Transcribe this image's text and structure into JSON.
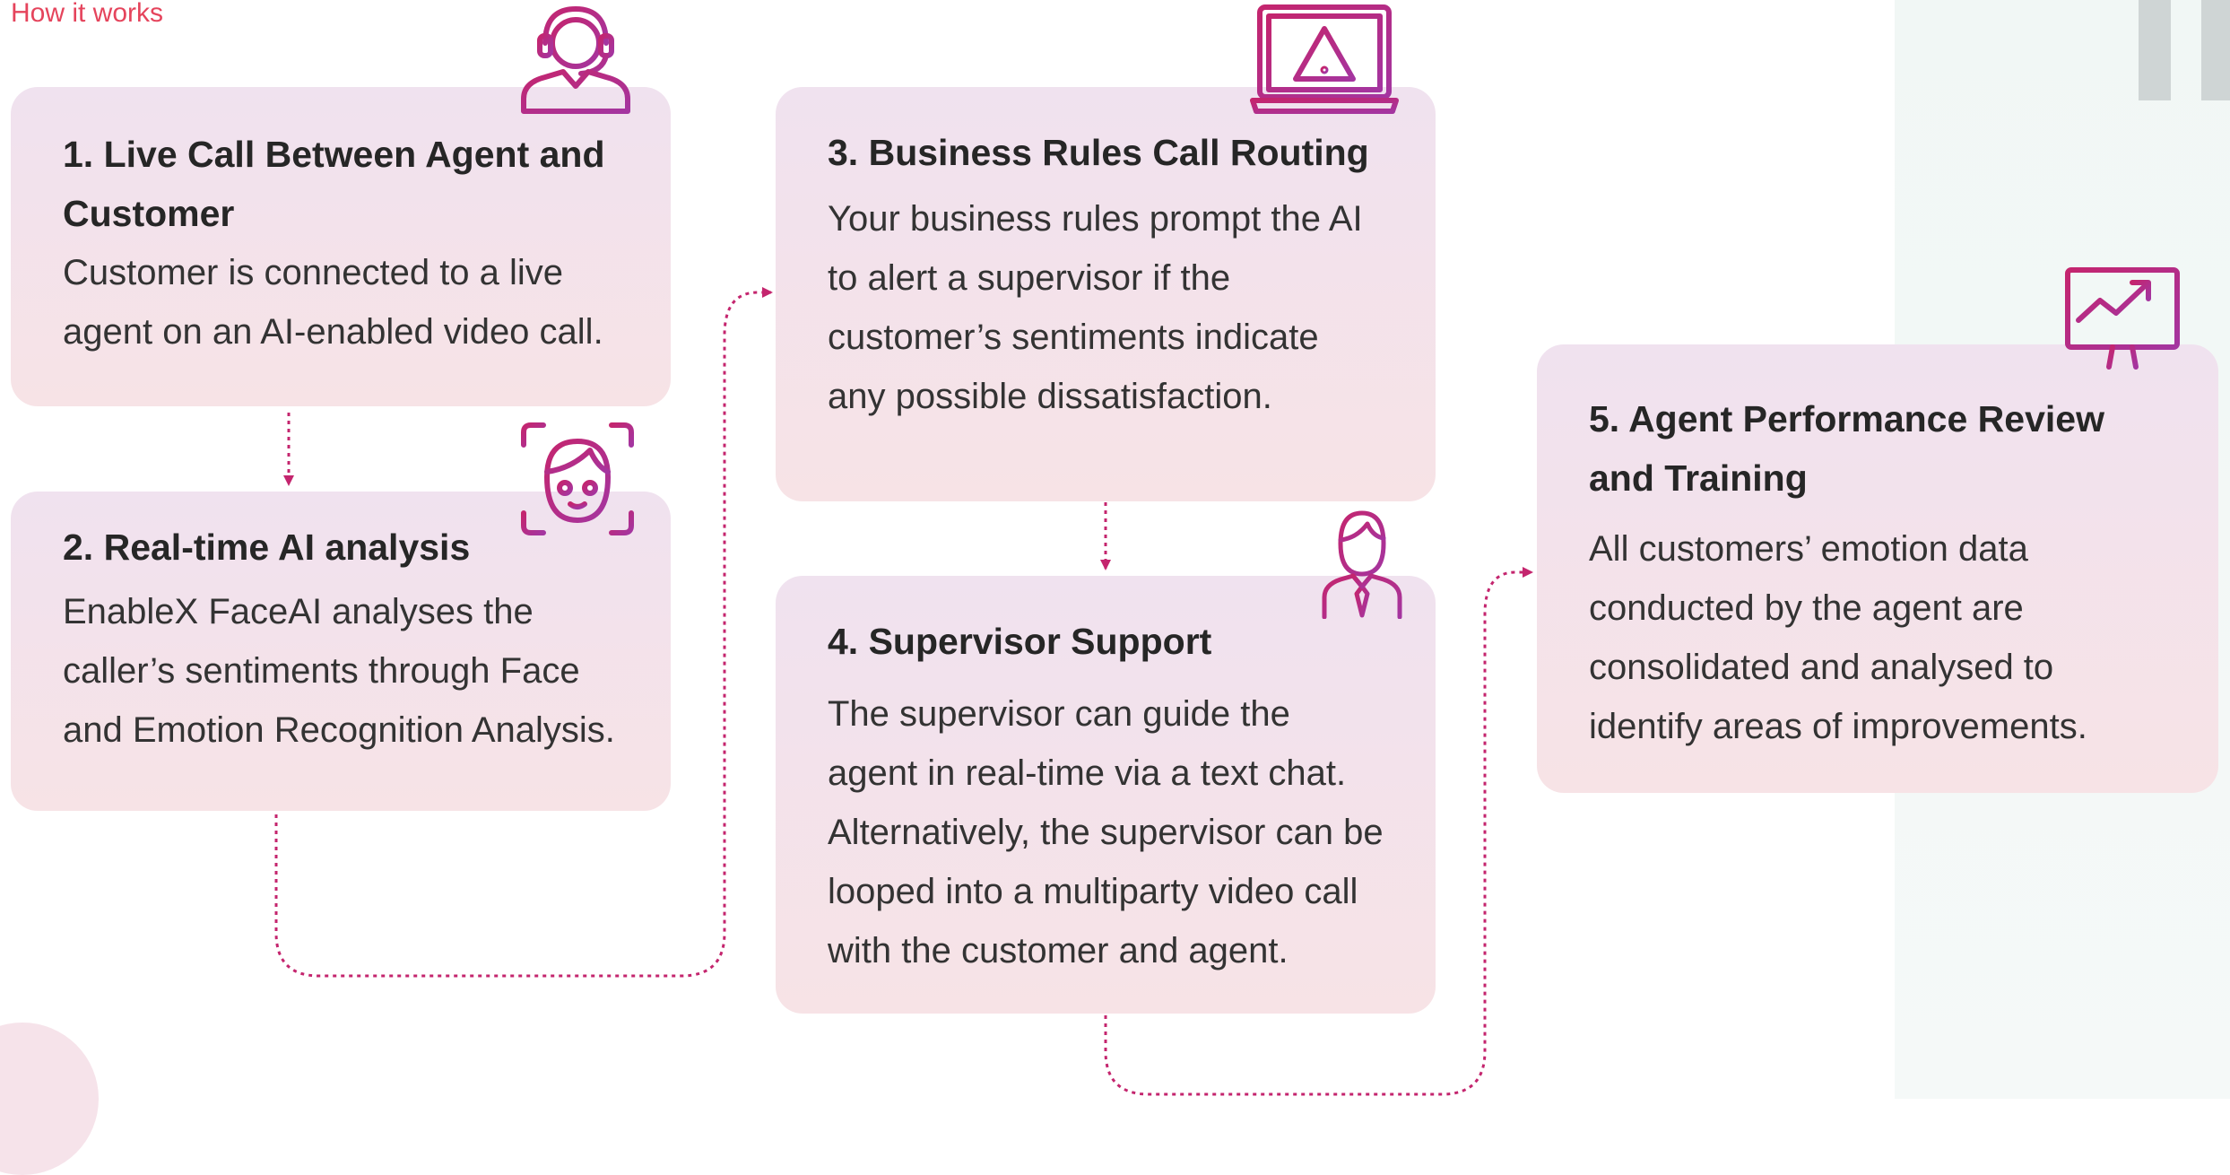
{
  "page": {
    "label": "How it works"
  },
  "colors": {
    "accent": "#c4256e",
    "accent_end": "#a435a0",
    "card_top": "#f0e2ef",
    "card_bottom": "#f7e3e6",
    "label": "#e5445c"
  },
  "steps": [
    {
      "title": "1. Live Call Between Agent and Customer",
      "body": "Customer is connected to a live agent on an AI-enabled video call.",
      "icon": "headset-agent-icon"
    },
    {
      "title": "2. Real-time AI analysis",
      "body": "EnableX FaceAI analyses the caller’s sentiments through Face and Emotion Recognition Analysis.",
      "icon": "face-scan-icon"
    },
    {
      "title": "3. Business Rules Call Routing",
      "body": "Your business rules prompt the AI to alert a supervisor if the customer’s sentiments indicate any possible dissatisfaction.",
      "icon": "laptop-warning-icon"
    },
    {
      "title": "4. Supervisor Support",
      "body": "The supervisor can guide the agent in real-time via a text chat. Alternatively, the supervisor can be looped into a multiparty video call with the customer and agent.",
      "icon": "supervisor-icon"
    },
    {
      "title": "5. Agent Performance Review and Training",
      "body": "All customers’ emotion data conducted by the agent are consolidated and analysed to identify areas of improvements.",
      "icon": "monitor-chart-icon"
    }
  ]
}
